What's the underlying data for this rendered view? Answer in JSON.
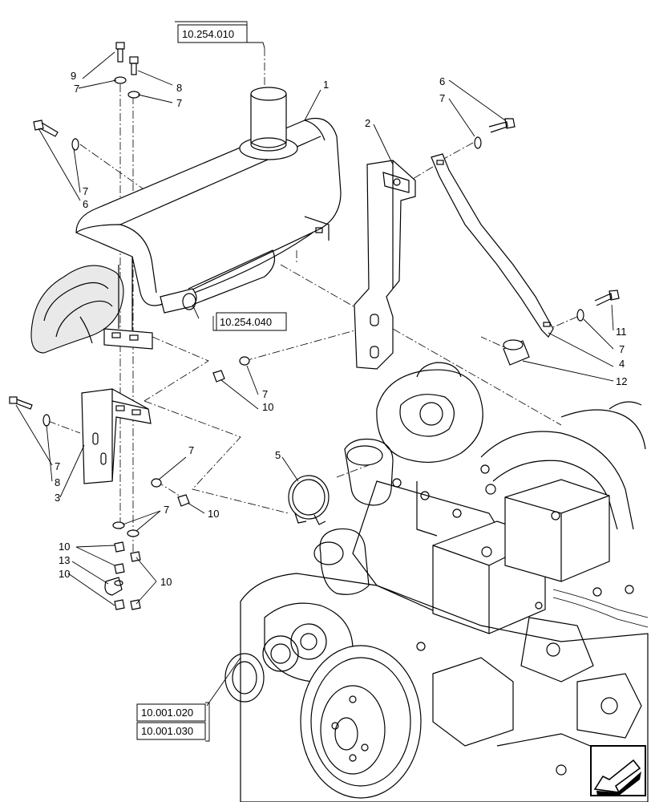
{
  "references": {
    "top": "10.254.010",
    "middle": "10.254.040",
    "bottom_1": "10.001.020",
    "bottom_2": "10.001.030"
  },
  "callouts": {
    "muffler": "1",
    "bracket_right": "2",
    "bracket_left": "3",
    "strap": "4",
    "clamp": "5",
    "bolt_6": "6",
    "washer_7": "7",
    "bolt_8": "8",
    "bolt_9": "9",
    "nut_10": "10",
    "bolt_11": "11",
    "spacer_12": "12",
    "clip_13": "13"
  },
  "icons": {
    "nav": "arrow-navigation-icon"
  }
}
